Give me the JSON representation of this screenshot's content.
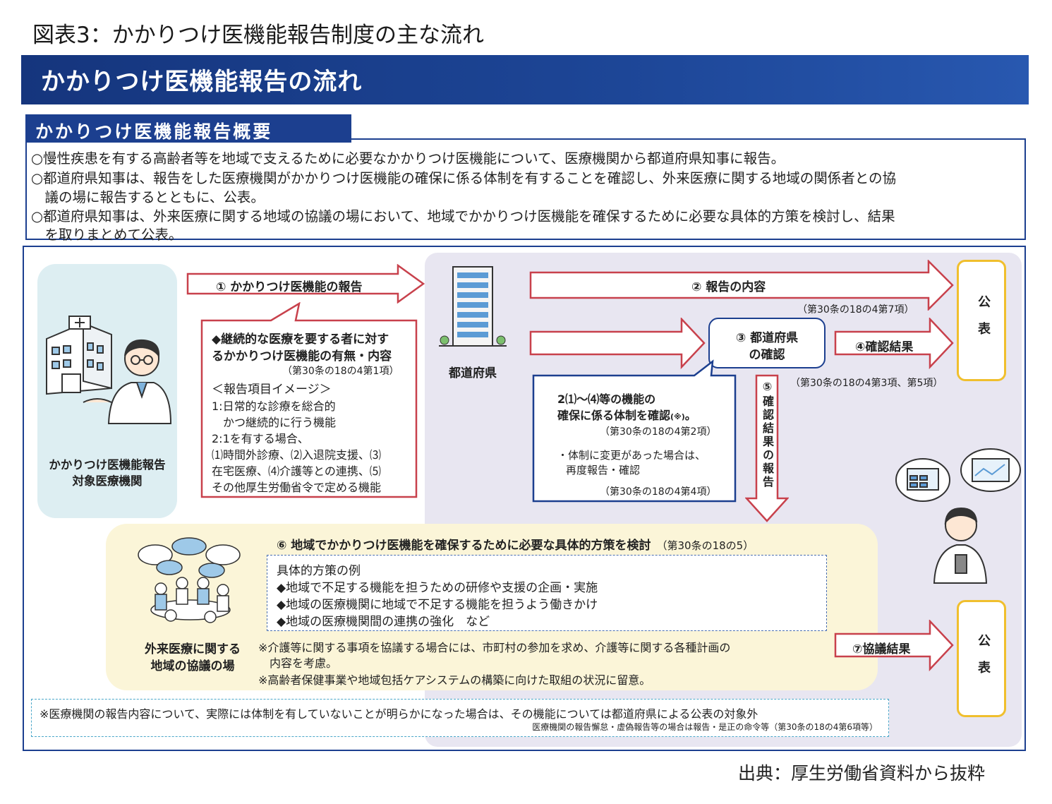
{
  "figure_title": "図表3：かかりつけ医機能報告制度の主な流れ",
  "banner_title": "かかりつけ医機能報告の流れ",
  "overview": {
    "heading": "かかりつけ医機能報告概要",
    "lines": [
      "○慢性疾患を有する高齢者等を地域で支えるために必要なかかりつけ医機能について、医療機関から都道府県知事に報告。",
      "○都道府県知事は、報告をした医療機関がかかりつけ医機能の確保に係る体制を有することを確認し、外来医療に関する地域の関係者との協",
      "　議の場に報告するとともに、公表。",
      "○都道府県知事は、外来医療に関する地域の協議の場において、地域でかかりつけ医機能を確保するために必要な具体的方策を検討し、結果",
      "　を取りまとめて公表。"
    ]
  },
  "medical_institution_label": [
    "かかりつけ医機能報告",
    "対象医療機関"
  ],
  "prefecture_label": "都道府県",
  "arrow1_label": "① かかりつけ医機能の報告",
  "report_items": {
    "heading1": "◆継続的な医療を要する者に対す",
    "heading2": "るかかりつけ医機能の有無・内容",
    "ref1": "（第30条の18の4第1項）",
    "subheading": "＜報告項目イメージ＞",
    "lines": [
      "1:日常的な診療を総合的",
      "　かつ継続的に行う機能",
      "2:1を有する場合、",
      "⑴時間外診療、⑵入退院支援、⑶",
      "在宅医療、⑷介護等との連携、⑸",
      "その他厚生労働省令で定める機能"
    ]
  },
  "arrow2_label": "② 報告の内容",
  "arrow2_ref": "（第30条の18の4第7項）",
  "confirm_box": [
    "③ 都道府県",
    "の確認"
  ],
  "arrow4_label": "④確認結果",
  "arrow4_ref": "（第30条の18の4第3項、第5項）",
  "confirm_detail": {
    "line1": "2⑴～⑷等の機能の",
    "line2": "確保に係る体制を確認",
    "note_mark": "(※)",
    "line2_end": "。",
    "ref1": "（第30条の18の4第2項）",
    "line3": "・体制に変更があった場合は、",
    "line4": "再度報告・確認",
    "ref2": "（第30条の18の4第4項）"
  },
  "arrow5_label": "⑤確認結果の報告",
  "publish_label": "公表",
  "step6": {
    "title": "⑥ 地域でかかりつけ医機能を確保するために必要な具体的方策を検討",
    "ref": "（第30条の18の5）",
    "examples_heading": "具体的方策の例",
    "examples": [
      "◆地域で不足する機能を担うための研修や支援の企画・実施",
      "◆地域の医療機関に地域で不足する機能を担うよう働きかけ",
      "◆地域の医療機関間の連携の強化　など"
    ],
    "council_label": [
      "外来医療に関する",
      "地域の協議の場"
    ],
    "notes": [
      "※介護等に関する事項を協議する場合には、市町村の参加を求め、介護等に関する各種計画の",
      "　内容を考慮。",
      "※高齢者保健事業や地域包括ケアシステムの構築に向けた取組の状況に留意。"
    ]
  },
  "arrow7_label": "⑦協議結果",
  "bottom_note": {
    "line1": "※医療機関の報告内容について、実際には体制を有していないことが明らかになった場合は、その機能については都道府県による公表の対象外",
    "line2": "医療機関の報告懈怠・虚偽報告等の場合は報告・是正の命令等（第30条の18の4第6項等）"
  },
  "source": "出典：厚生労働省資料から抜粋",
  "colors": {
    "navy": "#1c3f8f",
    "red": "#c8414c",
    "yellow": "#f0bf2d"
  }
}
